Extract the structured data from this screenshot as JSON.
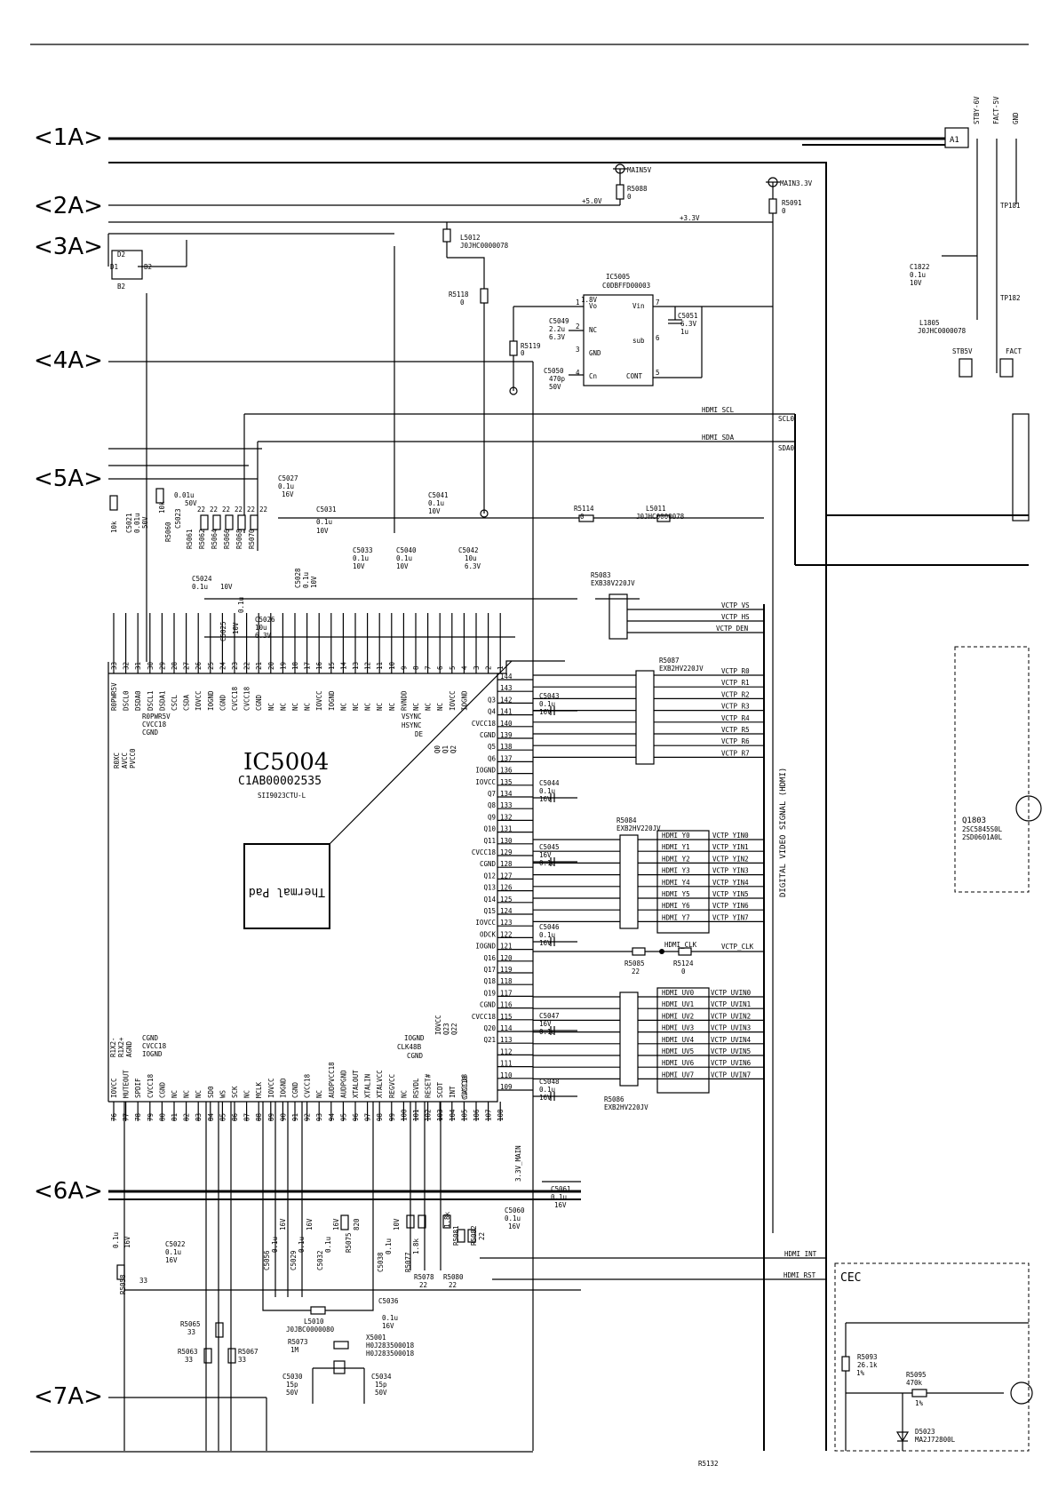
{
  "connectors": [
    "<1A>",
    "<2A>",
    "<3A>",
    "<4A>",
    "<5A>",
    "<6A>",
    "<7A>"
  ],
  "ic_main": {
    "name": "IC5004",
    "part": "C1AB00002535",
    "chip": "SII9023CTU-L",
    "pad": "Thermal Pad"
  },
  "ic_reg": {
    "name": "IC5005",
    "part": "C0DBFFD00003",
    "pins": [
      "Vo",
      "NC",
      "GND",
      "Cn",
      "Vin",
      "sub",
      "CONT"
    ],
    "pin_nums": [
      "1",
      "2",
      "3",
      "4",
      "7",
      "6",
      "5"
    ],
    "v18": "1.8V"
  },
  "power": {
    "main5v": "MAIN5V",
    "main33v": "MAIN3.3V",
    "p50": "+5.0V",
    "p33": "+3.3V",
    "r5088": [
      "R5088",
      "0"
    ],
    "r5091": [
      "R5091",
      "0"
    ]
  },
  "a1": {
    "label": "A1",
    "pins": [
      "STBY-6V",
      "FACT-5V",
      "GND"
    ],
    "c1822": [
      "C1822",
      "0.1u",
      "10V"
    ],
    "l1805": [
      "L1805",
      "J0JHC0000078"
    ],
    "tp1": "TP181",
    "tp2": "TP182",
    "stb5v": "STB5V",
    "fact": "FACT"
  },
  "passives_top": [
    [
      "L5012",
      "J0JHC0000078"
    ],
    [
      "R5118",
      "0"
    ],
    [
      "R5119",
      "0"
    ],
    [
      "C5049",
      "2.2u",
      "6.3V"
    ],
    [
      "C5050",
      "470p",
      "50V"
    ],
    [
      "C5051",
      "6.3V",
      "1u"
    ]
  ],
  "hdmi_bus": {
    "scl": "HDMI_SCL",
    "sda": "HDMI_SDA",
    "scl0": "SCL0",
    "sda0": "SDA0"
  },
  "row5": {
    "r_labels": [
      "10k",
      "10k",
      "R5060",
      "C5023",
      "R5061",
      "R5062",
      "R5064",
      "R5066",
      "R5068",
      "R5070"
    ],
    "r_vals": [
      "22",
      "22",
      "22",
      "22",
      "22",
      "22"
    ],
    "c5021": [
      "C5021",
      "0.01u",
      "50V"
    ],
    "c5022b": [
      "0.01u",
      "50V"
    ],
    "c5027": [
      "C5027",
      "0.1u",
      "16V"
    ],
    "c5031": [
      "C5031",
      "0.1u",
      "10V"
    ],
    "c5041": [
      "C5041",
      "0.1u",
      "10V"
    ],
    "r5114": [
      "R5114",
      "0"
    ],
    "l5011": [
      "L5011",
      "J0JHC0000078"
    ],
    "c5033": [
      "C5033",
      "0.1u",
      "10V"
    ],
    "c5040": [
      "C5040",
      "0.1u",
      "10V"
    ],
    "c5042": [
      "C5042",
      "10u",
      "6.3V"
    ],
    "c5028": [
      "C5028",
      "0.1u",
      "10V"
    ],
    "c5024": [
      "C5024",
      "0.1u",
      "10V"
    ],
    "c5025": [
      "C5025",
      "10V",
      "0.1u"
    ],
    "c5026": [
      "C5026",
      "10u",
      "6.3V"
    ]
  },
  "r5083": [
    "R5083",
    "EXB38V220JV"
  ],
  "vctp_sync": [
    "VCTP_VS",
    "VCTP_HS",
    "VCTP_DEN"
  ],
  "top_pin_nums": [
    "33",
    "32",
    "31",
    "30",
    "29",
    "28",
    "27",
    "26",
    "25",
    "24",
    "23",
    "22",
    "21",
    "20",
    "19",
    "18",
    "17",
    "16",
    "15",
    "14",
    "13",
    "12",
    "11",
    "10",
    "9",
    "8",
    "7",
    "6",
    "5",
    "4",
    "3",
    "2",
    "1"
  ],
  "top_pin_names": [
    "R0PWR5V",
    "DSCL0",
    "DSDA0",
    "DSCL1",
    "DSDA1",
    "CSCL",
    "CSDA",
    "IOVCC",
    "IOGND",
    "CGND",
    "CVCC18",
    "CVCC18",
    "CGND",
    "NC",
    "NC",
    "NC",
    "NC",
    "IOVCC",
    "IOGND",
    "NC",
    "NC",
    "NC",
    "NC",
    "NC",
    "RVNDD",
    "NC",
    "NC",
    "NC",
    "IOVCC",
    "IOGND",
    "",
    "",
    ""
  ],
  "left_pin_labels": [
    "R0XC",
    "AVCC",
    "PVCC0",
    "R0PWR5V",
    "CVCC18",
    "CGND"
  ],
  "sync_pins": [
    "VSYNC",
    "HSYNC",
    "DE"
  ],
  "q_pins": [
    "Q0",
    "Q1",
    "Q2"
  ],
  "right_pin_nums": [
    "144",
    "143",
    "142",
    "141",
    "140",
    "139",
    "138",
    "137",
    "136",
    "135",
    "134",
    "133",
    "132",
    "131",
    "130",
    "129",
    "128",
    "127",
    "126",
    "125",
    "124",
    "123",
    "122",
    "121",
    "120",
    "119",
    "118",
    "117",
    "116",
    "115",
    "114",
    "113",
    "112",
    "111",
    "110",
    "109"
  ],
  "right_pin_names": [
    "",
    "",
    "Q3",
    "Q4",
    "CVCC18",
    "CGND",
    "Q5",
    "Q6",
    "IOGND",
    "IOVCC",
    "Q7",
    "Q8",
    "Q9",
    "Q10",
    "Q11",
    "CVCC18",
    "CGND",
    "Q12",
    "Q13",
    "Q14",
    "Q15",
    "IOVCC",
    "ODCK",
    "IOGND",
    "Q16",
    "Q17",
    "Q18",
    "Q19",
    "CGND",
    "CVCC18",
    "Q20",
    "Q21",
    "",
    "",
    "",
    ""
  ],
  "r5087": [
    "R5087",
    "EXB2HV220JV"
  ],
  "vctp_r": [
    "VCTP_R0",
    "VCTP_R1",
    "VCTP_R2",
    "VCTP_R3",
    "VCTP_R4",
    "VCTP_R5",
    "VCTP_R6",
    "VCTP_R7"
  ],
  "r5084": [
    "R5084",
    "EXB2HV220JV"
  ],
  "hdmi_y": [
    "HDMI_Y0",
    "HDMI_Y1",
    "HDMI_Y2",
    "HDMI_Y3",
    "HDMI_Y4",
    "HDMI_Y5",
    "HDMI_Y6",
    "HDMI_Y7"
  ],
  "vctp_y": [
    "VCTP_YIN0",
    "VCTP_YIN1",
    "VCTP_YIN2",
    "VCTP_YIN3",
    "VCTP_YIN4",
    "VCTP_YIN5",
    "VCTP_YIN6",
    "VCTP_YIN7"
  ],
  "clk": {
    "hdmi": "HDMI_CLK",
    "vctp": "VCTP_CLK",
    "r5085": [
      "R5085",
      "22"
    ],
    "r5124": [
      "R5124",
      "0"
    ]
  },
  "r5086": [
    "R5086",
    "EXB2HV220JV"
  ],
  "hdmi_uv": [
    "HDMI_UV0",
    "HDMI_UV1",
    "HDMI_UV2",
    "HDMI_UV3",
    "HDMI_UV4",
    "HDMI_UV5",
    "HDMI_UV6",
    "HDMI_UV7"
  ],
  "vctp_uv": [
    "VCTP_UVIN0",
    "VCTP_UVIN1",
    "VCTP_UVIN2",
    "VCTP_UVIN3",
    "VCTP_UVIN4",
    "VCTP_UVIN5",
    "VCTP_UVIN6",
    "VCTP_UVIN7"
  ],
  "caps_right": [
    [
      "C5043",
      "0.1u",
      "16V"
    ],
    [
      "C5044",
      "0.1u",
      "16V"
    ],
    [
      "C5045",
      "16V",
      "0.1u"
    ],
    [
      "C5046",
      "0.1u",
      "16V"
    ],
    [
      "C5047",
      "16V",
      "0.1u"
    ],
    [
      "C5048",
      "0.1u",
      "16V"
    ]
  ],
  "vertical_label": "DIGITAL VIDEO SIGNAL (HDMI)",
  "bottom_pin_nums": [
    "76",
    "77",
    "78",
    "79",
    "80",
    "81",
    "82",
    "83",
    "84",
    "85",
    "86",
    "87",
    "88",
    "89",
    "90",
    "91",
    "92",
    "93",
    "94",
    "95",
    "96",
    "97",
    "98",
    "99",
    "100",
    "101",
    "102",
    "103",
    "104",
    "105",
    "106",
    "107",
    "108"
  ],
  "bottom_pin_names": [
    "IOVCC",
    "MUTEOUT",
    "SPDIF",
    "CVCC18",
    "CGND",
    "NC",
    "NC",
    "NC",
    "SD0",
    "WS",
    "SCK",
    "NC",
    "MCLK",
    "IOVCC",
    "IOGND",
    "CGND",
    "CVCC18",
    "NC",
    "AUDPVCC18",
    "AUDPGND",
    "XTALOUT",
    "XTALIN",
    "XTALVCC",
    "REGVCC",
    "NC",
    "RSVDL",
    "RESET#",
    "SCDT",
    "INT",
    "CVCC18",
    "",
    "",
    ""
  ],
  "bl_labels": [
    "R1X2-",
    "R1X2+",
    "AGND",
    "CGND",
    "CVCC18",
    "IOGND"
  ],
  "br_labels": [
    "IOGND",
    "CLK48B",
    "CGND",
    "IOVCC",
    "Q23",
    "Q22",
    "CVCC18"
  ],
  "rail_label": "3.3V_MAIN",
  "bottom_parts": {
    "c5022": [
      "C5022",
      "0.1u",
      "16V"
    ],
    "c5022a": [
      "0.1u",
      "16V"
    ],
    "r5058": [
      "R5058",
      "33"
    ],
    "r5065": [
      "R5065",
      "33"
    ],
    "r5063": [
      "R5063",
      "33"
    ],
    "r5067": [
      "R5067",
      "33"
    ],
    "c5056": [
      "C5056",
      "0.1u",
      "16V"
    ],
    "c5029": [
      "C5029",
      "0.1u",
      "16V"
    ],
    "c5032": [
      "C5032",
      "0.1u",
      "16V"
    ],
    "r5075": [
      "R5075",
      "820"
    ],
    "c5038": [
      "C5038",
      "0.1u",
      "10V"
    ],
    "r5077": [
      "R5077",
      "1.8k"
    ],
    "r5081": [
      "R5081",
      "1.8k"
    ],
    "r5082": [
      "R5082",
      "22"
    ],
    "r5078": [
      "R5078",
      "22"
    ],
    "r5080": [
      "R5080",
      "22"
    ],
    "c5060": [
      "C5060",
      "0.1u",
      "16V"
    ],
    "c5061": [
      "C5061",
      "0.1u",
      "16V"
    ],
    "l5010": [
      "L5010",
      "J0JBC0000080"
    ],
    "c5036": [
      "C5036",
      "0.1u",
      "16V"
    ],
    "r5073": [
      "R5073",
      "1M"
    ],
    "x5001": [
      "X5001",
      "H0J283500018",
      "H0J283500018"
    ],
    "c5030": [
      "C5030",
      "15p",
      "50V"
    ],
    "c5034": [
      "C5034",
      "15p",
      "50V"
    ]
  },
  "hdmi_int": "HDMI_INT",
  "hdmi_rst": "HDMI_RST",
  "cec": {
    "title": "CEC",
    "r5093": [
      "R5093",
      "26.1k"
    ],
    "r5095": [
      "R5095",
      "470k"
    ],
    "d5023": [
      "D5023",
      "MA2J72800L"
    ],
    "r5132": "R5132",
    "pct": "1%"
  },
  "q1803": [
    "Q1803",
    "2SC5845S0L",
    "2SD0601A0L"
  ],
  "q_small": [
    "D2",
    "B2",
    "D1",
    "B2"
  ]
}
